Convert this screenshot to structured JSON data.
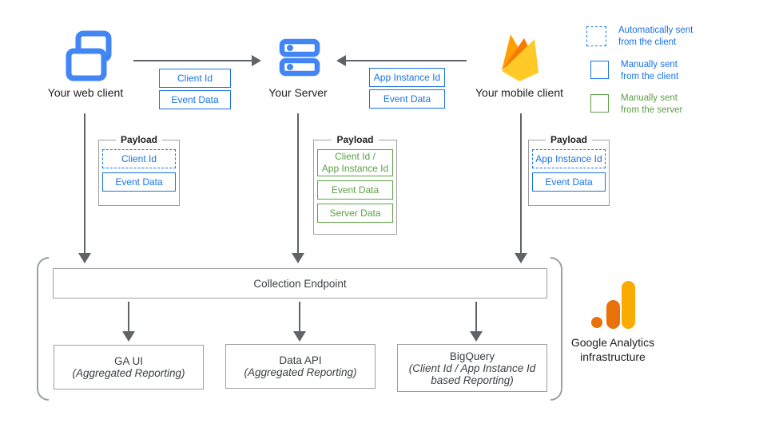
{
  "nodes": {
    "web_client": {
      "label": "Your web client",
      "icon": "overlapping-browser-windows-icon"
    },
    "server": {
      "label": "Your Server",
      "icon": "server-stack-icon"
    },
    "mobile_client": {
      "label": "Your mobile client",
      "icon": "firebase-flame-icon"
    }
  },
  "flows": {
    "web_to_server": {
      "chips": [
        "Client Id",
        "Event Data"
      ]
    },
    "mobile_to_server": {
      "chips": [
        "App Instance Id",
        "Event Data"
      ]
    }
  },
  "payloads": {
    "web": {
      "title": "Payload",
      "items": [
        {
          "label": "Client Id",
          "style": "dashed-blue"
        },
        {
          "label": "Event Data",
          "style": "solid-blue"
        }
      ]
    },
    "server": {
      "title": "Payload",
      "items": [
        {
          "line1": "Client Id /",
          "line2": "App Instance Id",
          "style": "solid-green"
        },
        {
          "label": "Event Data",
          "style": "solid-green"
        },
        {
          "label": "Server Data",
          "style": "solid-green"
        }
      ]
    },
    "mobile": {
      "title": "Payload",
      "items": [
        {
          "label": "App Instance Id",
          "style": "dashed-blue"
        },
        {
          "label": "Event Data",
          "style": "solid-blue"
        }
      ]
    }
  },
  "legend": [
    {
      "line1": "Automatically sent",
      "line2": "from the client",
      "style": "dashed-blue"
    },
    {
      "line1": "Manually sent",
      "line2": "from the client",
      "style": "solid-blue"
    },
    {
      "line1": "Manually sent",
      "line2": "from the server",
      "style": "solid-green"
    }
  ],
  "infrastructure": {
    "collection_endpoint_label": "Collection Endpoint",
    "outputs": [
      {
        "title": "GA UI",
        "subtitle": "(Aggregated Reporting)"
      },
      {
        "title": "Data API",
        "subtitle": "(Aggregated Reporting)"
      },
      {
        "title": "BigQuery",
        "subtitle": "(Client Id / App Instance Id based Reporting)"
      }
    ],
    "brand": {
      "icon": "google-analytics-bars-icon",
      "line1": "Google Analytics",
      "line2": "infrastructure"
    }
  },
  "colors": {
    "blue": "#1A73E8",
    "icon_blue": "#4285F4",
    "green": "#5CA144",
    "arrow_gray": "#5F6368",
    "box_border_gray": "#9E9E9E",
    "bracket_gray": "#9AA0A6",
    "firebase_yellow": "#FFCA28",
    "firebase_amber": "#FFA000",
    "firebase_orange": "#F57C00",
    "ga_orange": "#E8710A",
    "ga_amber": "#F9AB00",
    "text_dark": "#212121"
  }
}
